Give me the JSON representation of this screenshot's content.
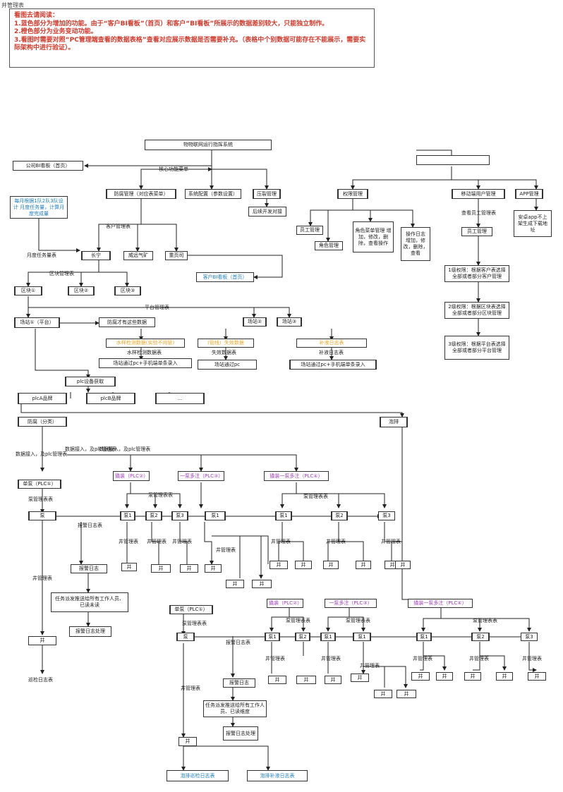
{
  "page_title": "井管理表",
  "notice": {
    "heading": "看图去请阅读：",
    "line1": "1.蓝色部分为增加的功能。由于“客户BI看板”（首页）和客户“BI看板”所展示的数据差别较大，只能独立制作。",
    "line2": "2.橙色部分为业务变动功能。",
    "line3": "3.看图时需要对照“PC管理端查看的数据表格”查看对应展示数据是否需要补充。（表格中个别数据可能存在不能展示，需要实际架构中进行验证）。"
  },
  "colors": {
    "red": "#d23a2c",
    "blue": "#1f7fc1",
    "orange": "#e8a62a",
    "purple": "#a33fc2"
  },
  "nodes": {
    "root": "物物联网运行指挥系统",
    "company_bi": "公司BI看板（首页）",
    "placeholder_top": "",
    "prevention_mgmt": "防腐管理（对应表菜单）",
    "system_config": "系统配置（参数设置）",
    "pressure_mgmt": "压裂管理",
    "permission_mgmt": "权限管理",
    "mobile_user_mgmt": "移动端用户管理",
    "app_mgmt": "APP管理",
    "monthly_plan": "每月根据1队2队3队设计 月度任务量，计算月度完成量",
    "later_dev": "后续开发对接",
    "staff_mgmt": "员工管理",
    "role_mgmt": "角色管理",
    "role_menu": "角色菜单管理 增加，修改，删除，查看操作",
    "op_log": "操作日志 增加，修改，删除，查看",
    "staff_mgmt2": "员工管理",
    "app_android": "安卓app不上架生成下载地址",
    "changning": "长宁",
    "weiyuan": "威远气矿",
    "chongqing": "重页司",
    "customer_bi": "客户BI看板（首页）",
    "block1": "区块①",
    "block2": "区块②",
    "block3": "区块③",
    "level1": "1级权限：根据客户表选择全部或者部分客户管理",
    "level2": "2级权限：根据区块表选择全部或者部分区块管理",
    "level3": "3级权限：根据平台表选择全部或者部分平台管理",
    "site1": "场站①（平台）",
    "prev_data": "防腐才有这些数据",
    "site2": "场站②",
    "site3": "场站③",
    "water_data": "水样检测数据(实验不用管)",
    "failure_data": "(管线）失效数据",
    "filling_log": "补液日志表",
    "water_entry": "场站通过pc+手机端单条录入",
    "failure_entry": "场站通过pc",
    "filling_entry": "场站通过pc+手机端单条录入",
    "plc_fetch": "plc设备获取",
    "plc_a": "plcA品牌",
    "plc_b": "plcB品牌",
    "plc_more": "...",
    "prevention_cat": "防腐（分类）",
    "foam": "泡排",
    "single_pump": "单泵（PLC①）",
    "pump": "泵",
    "multi_plc": "撬装（PLC②）",
    "one_multi_plc": "一泵多注（PLC③）",
    "skid_one_multi": "撬装一泵多注（PLC④）",
    "pump1": "泵1",
    "pump2": "泵2",
    "pump3": "泵3",
    "pump1b": "泵1",
    "pump1c": "泵1",
    "pump2c": "泵2",
    "pump3c": "泵3",
    "well": "井",
    "alarm_log": "报警日志",
    "task_dispatch": "任务派发推送给所有工作人员、已读未读",
    "alarm_handle": "报警日志处理",
    "well_main": "井",
    "patrol_log": "巡检日志表",
    "single_pump2": "单泵（PLC①）",
    "pump_b": "泵",
    "multi_plc2": "撬装（PLC②）",
    "one_multi_plc2": "一泵多注（PLC③）",
    "skid_one_multi2": "撬装一泵多注（PLC④）",
    "pump1d": "泵1",
    "pump2d": "泵2",
    "pump1e": "泵1",
    "pump1f": "泵1",
    "pump1g": "泵1",
    "pump2g": "泵2",
    "pump3g": "泵3",
    "alarm_log2": "报警日志",
    "task_dispatch2": "任务派发推送给所有工作人员、已读维度",
    "alarm_handle2": "报警日志处理",
    "well_b": "井",
    "foam_patrol": "泡排巡检日志表",
    "foam_fill": "泡排补液日志表"
  },
  "labels": {
    "core_menu": "核心功能菜单",
    "customer_table": "客户管理表",
    "monthly_task": "月度任务量表",
    "block_table": "区块管理表",
    "platform_table": "平台管理表",
    "water_table": "水样检测数据表",
    "failure_table": "失效数据表",
    "fill_table": "补液日志表",
    "view_staff": "查看员工管理表",
    "data_import_1": "数据接入，及plc管理表",
    "data_import_2": "数据接入，及plc管理表",
    "data_import_3": "数据接入，及plc管理表",
    "pump_table_1": "泵管理表表",
    "pump_table_2": "泵管理表表",
    "pump_table_3": "泵管理表表",
    "alarm_table_1": "报警日志表",
    "well_table": "井管理表",
    "single_pump_pump_table": "泵管理表表",
    "pump_table_4": "泵管理表表",
    "pump_table_5": "泵管理表表",
    "pump_table_6": "泵管理表表",
    "alarm_table_2": "报警日志表",
    "well_table_2": "井管理表",
    "well_table_a": "井管理表",
    "well_table_b": "井管理表",
    "well_table_c": "井管理表",
    "well_table_d": "井管理表",
    "well_table_e": "井管理表",
    "well_table_f": "井管理表",
    "well_table_g": "井管理表",
    "well_table_h": "井管理表",
    "well_table_i": "井管理表",
    "well_table_j": "井管理表",
    "well_table_k": "井管理表",
    "well_table_l": "井管理表",
    "well_table_m": "井管理表"
  }
}
